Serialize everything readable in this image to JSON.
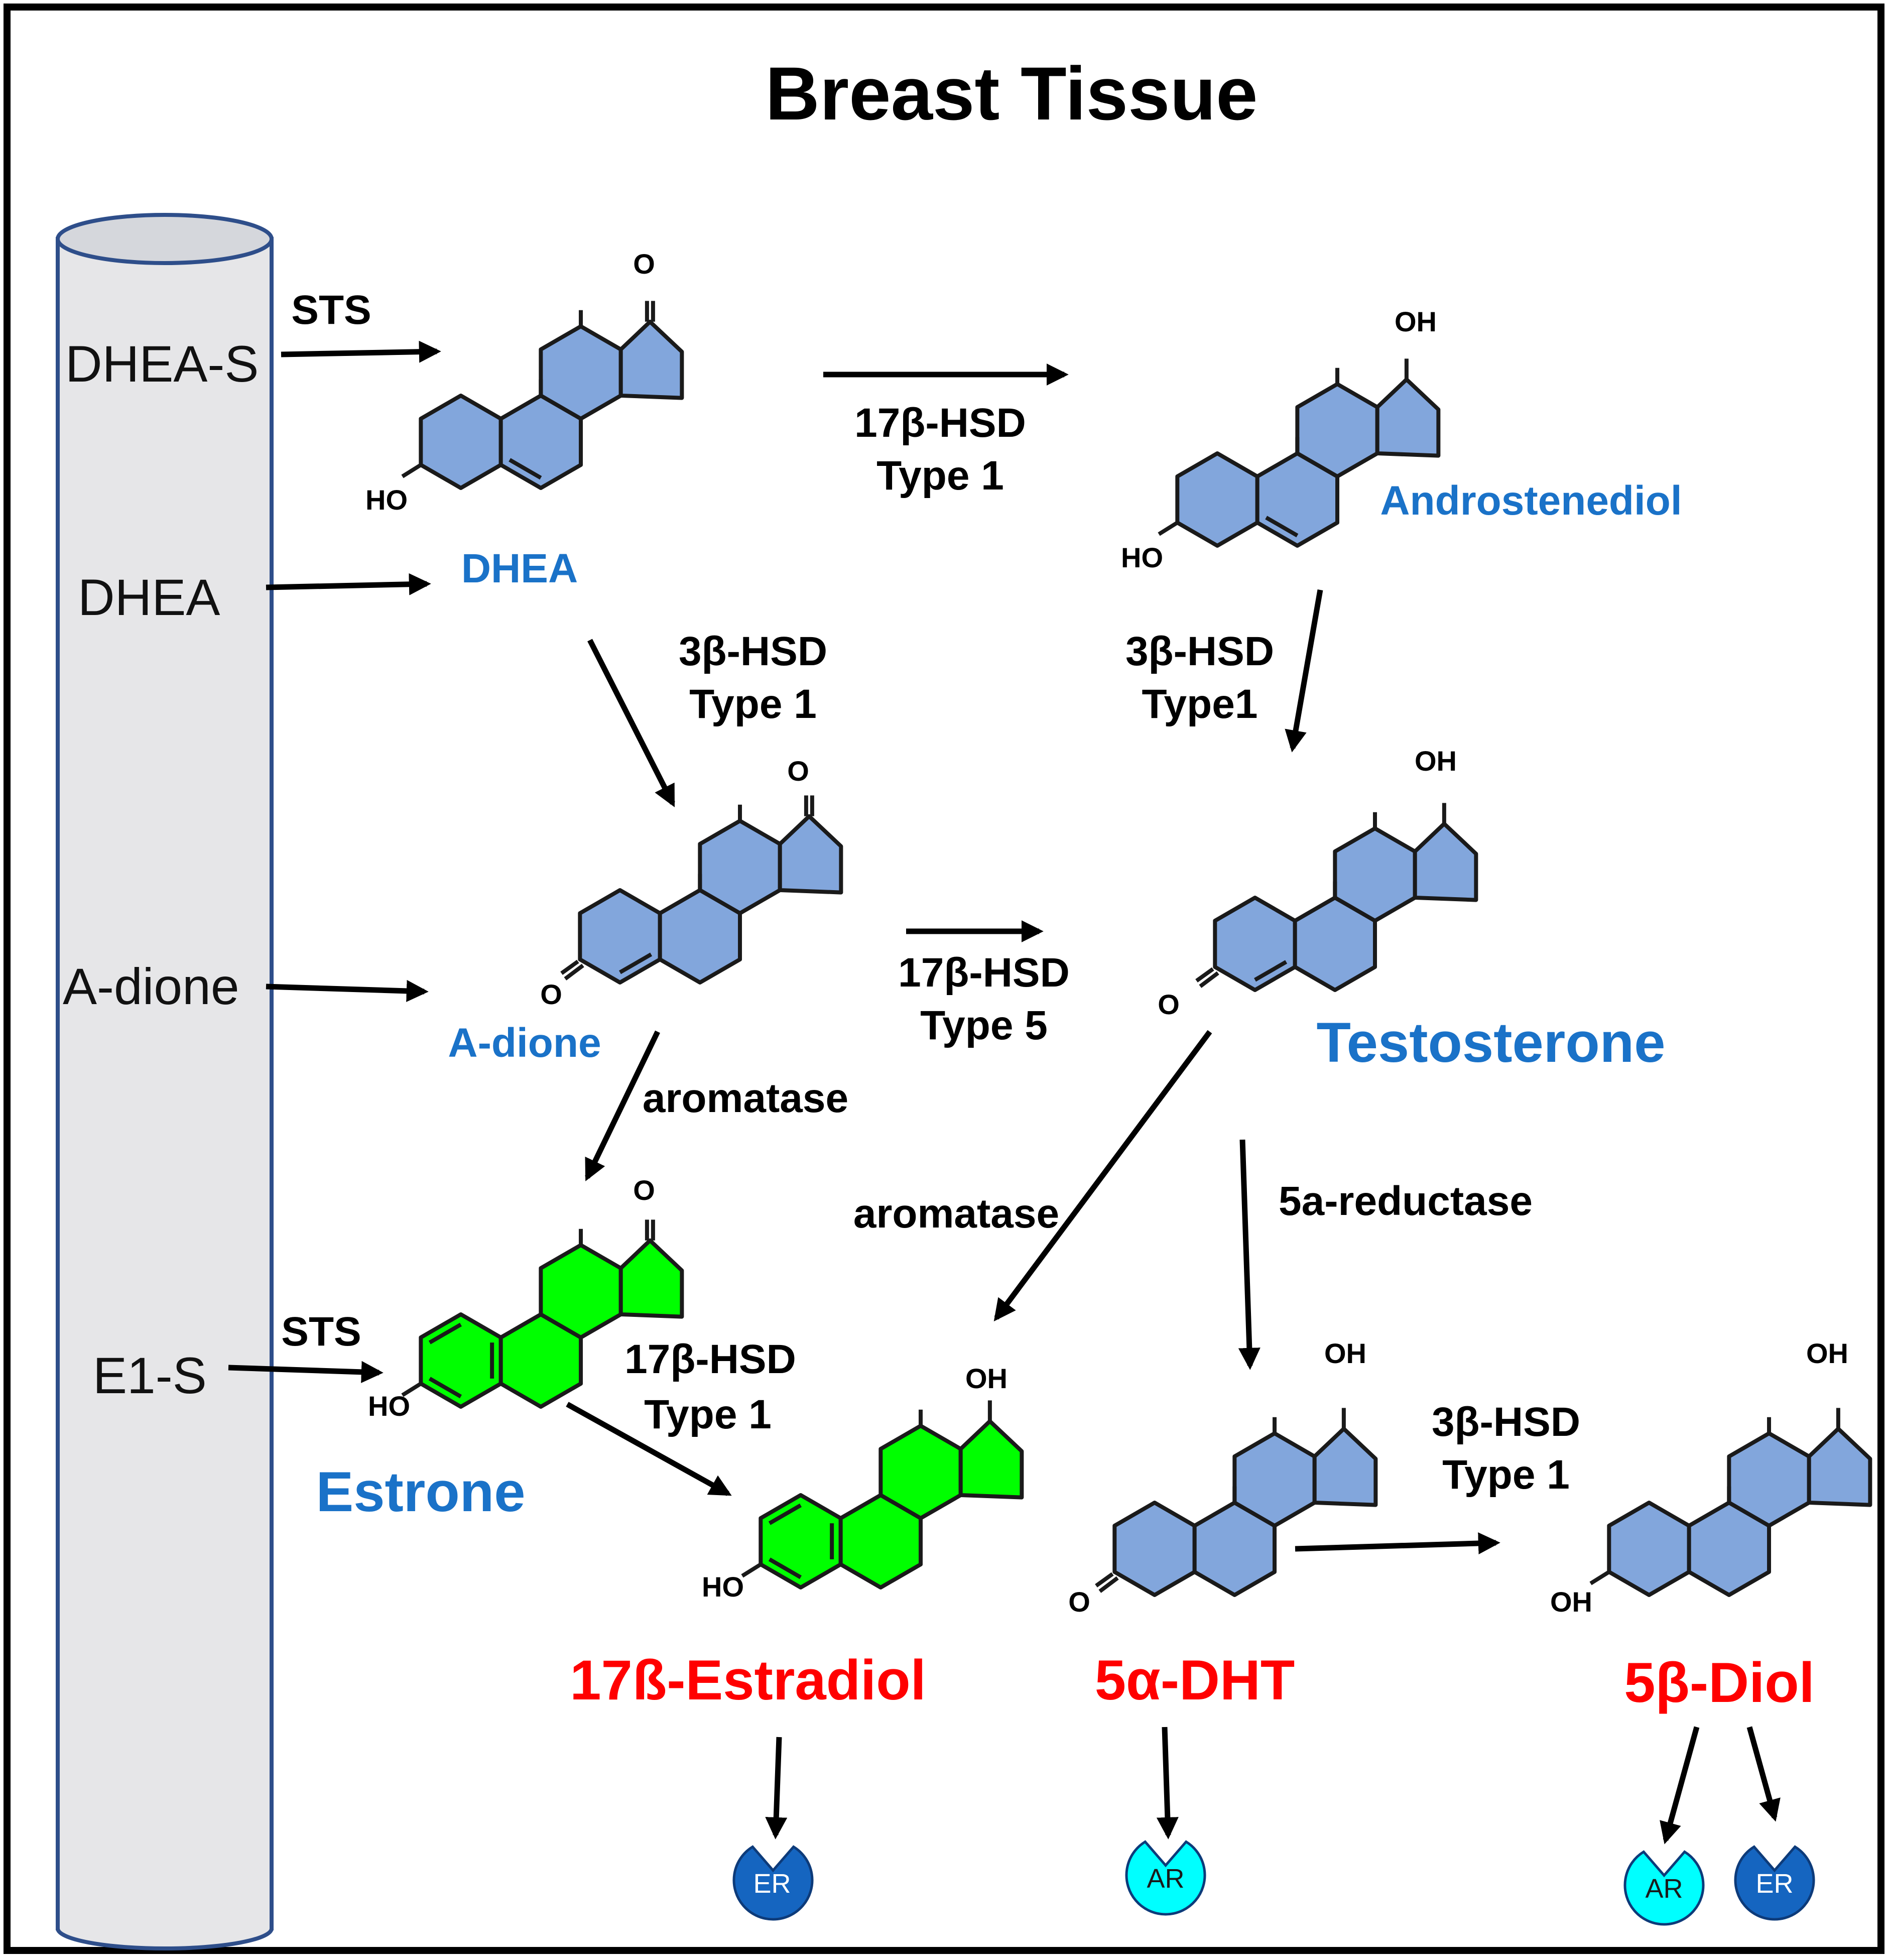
{
  "title": "Breast Tissue",
  "blood_vessel": {
    "labels": [
      "DHEA-S",
      "DHEA",
      "A-dione",
      "E1-S"
    ]
  },
  "enzymes": {
    "sts_top": "STS",
    "sts_bottom": "STS",
    "hsd17_type1_top_line1": "17β-HSD",
    "hsd17_type1_top_line2": "Type 1",
    "hsd3_type1_left_line1": "3β-HSD",
    "hsd3_type1_left_line2": "Type 1",
    "hsd3_type1_right_line1": "3β-HSD",
    "hsd3_type1_right_line2": "Type1",
    "hsd17_type5_line1": "17β-HSD",
    "hsd17_type5_line2": "Type 5",
    "aromatase_left": "aromatase",
    "aromatase_right": "aromatase",
    "reductase": "5a-reductase",
    "hsd17_type1_bottom_line1": "17β-HSD",
    "hsd17_type1_bottom_line2": "Type 1",
    "hsd3_type1_bottom_line1": "3β-HSD",
    "hsd3_type1_bottom_line2": "Type 1"
  },
  "molecules": {
    "dhea": "DHEA",
    "androstenediol": "Androstenediol",
    "adione": "A-dione",
    "testosterone": "Testosterone",
    "estrone": "Estrone",
    "estradiol": "17ß-Estradiol",
    "dht": "5α-DHT",
    "diol": "5β-Diol"
  },
  "atom_labels": {
    "o": "O",
    "oh": "OH",
    "ho": "HO"
  },
  "receptors": {
    "er": "ER",
    "ar": "AR"
  },
  "colors": {
    "ring_blue": "#82a6dc",
    "ring_green": "#00ff00",
    "label_blue": "#1a72c8",
    "label_red": "#ff0000",
    "receptor_er": "#1565c0",
    "receptor_ar": "#00ffff",
    "vessel": "#e6e6e8",
    "vessel_outline": "#2e4e8a"
  }
}
